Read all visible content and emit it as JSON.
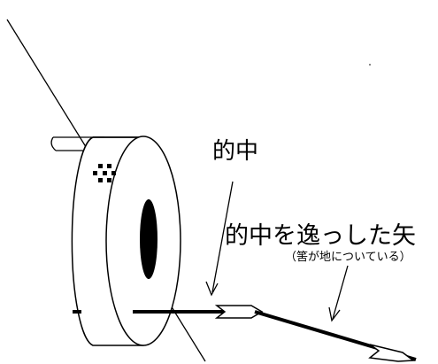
{
  "labels": {
    "hit": "的中",
    "miss": "的中を逸っした矢",
    "note": "（筈が地についている）"
  },
  "colors": {
    "ink": "#000000",
    "paper": "#ffffff"
  }
}
